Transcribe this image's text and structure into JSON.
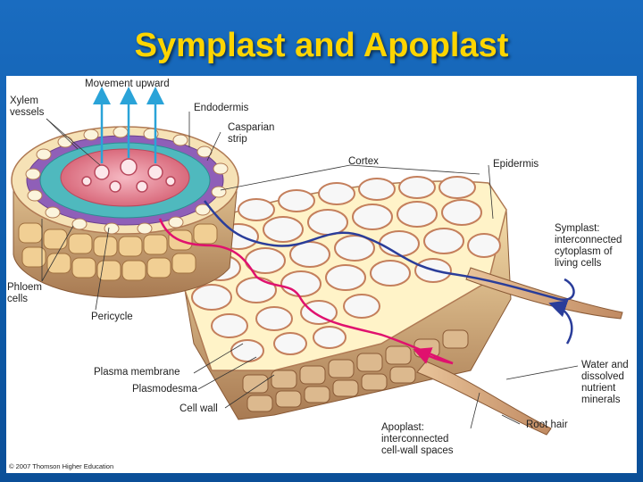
{
  "slide": {
    "title": "Symplast and Apoplast",
    "colors": {
      "background": "#1565b3",
      "title": "#ffd500",
      "symplast_path": "#2a3d9a",
      "apoplast_path": "#e0116e",
      "arrow": "#2aa3d8"
    }
  },
  "diagram": {
    "labels": {
      "movement_upward": "Movement upward",
      "xylem_vessels": "Xylem\nvessels",
      "endodermis": "Endodermis",
      "casparian_strip": "Casparian\nstrip",
      "cortex": "Cortex",
      "epidermis": "Epidermis",
      "symplast": "Symplast:\ninterconnected\ncytoplasm of\nliving cells",
      "phloem_cells": "Phloem\ncells",
      "pericycle": "Pericycle",
      "water_minerals": "Water and\ndissolved\nnutrient\nminerals",
      "plasma_membrane": "Plasma membrane",
      "plasmodesma": "Plasmodesma",
      "cell_wall": "Cell wall",
      "root_hair": "Root hair",
      "apoplast": "Apoplast:\ninterconnected\ncell-wall spaces"
    },
    "copyright": "© 2007 Thomson Higher Education"
  }
}
